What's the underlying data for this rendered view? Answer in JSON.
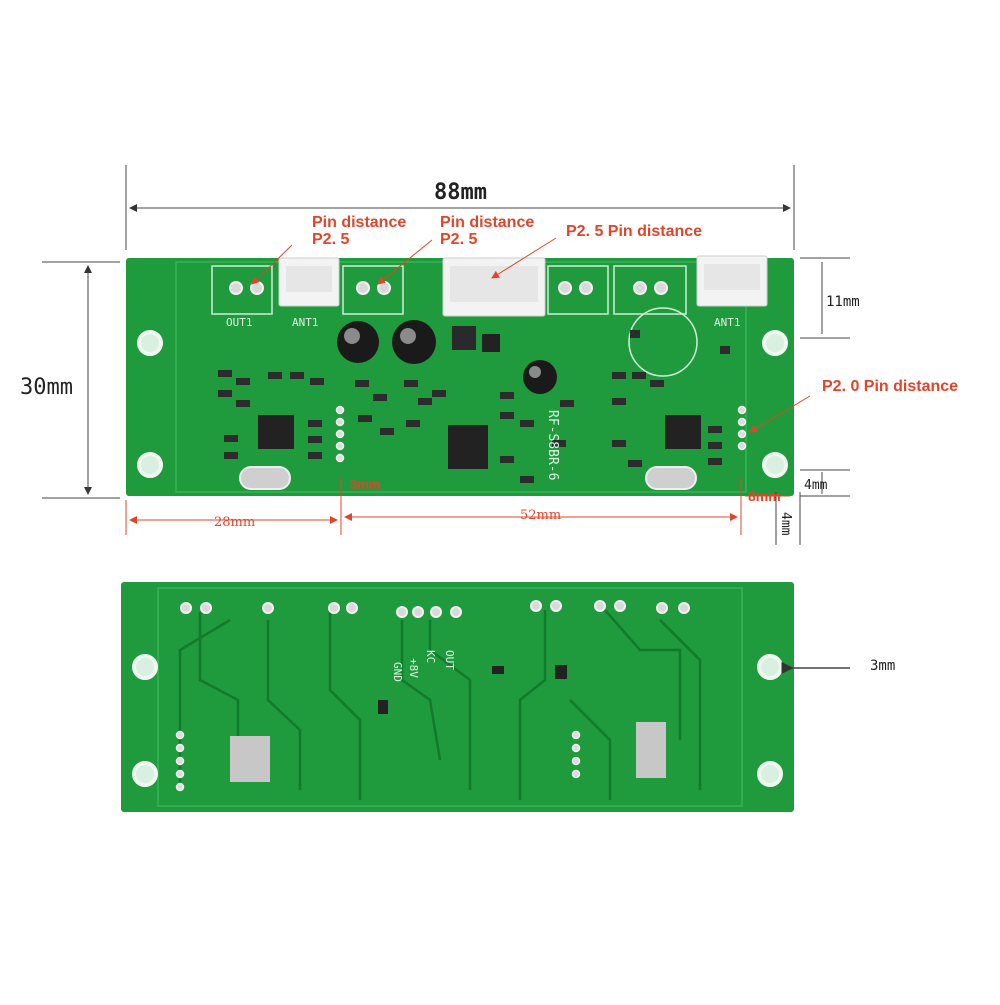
{
  "dimensions": {
    "total_width": "88mm",
    "total_height": "30mm",
    "right_height": "11mm",
    "left_span": "28mm",
    "mid_span": "52mm",
    "gap_3mm": "3mm",
    "gap_8mm": "8mm",
    "right_4mm_a": "4mm",
    "right_4mm_b": "4mm",
    "back_hole": "3mm"
  },
  "callouts": {
    "pin1_line1": "Pin distance",
    "pin1_line2": "P2. 5",
    "pin2_line1": "Pin distance",
    "pin2_line2": "P2. 5",
    "pin3": "P2. 5 Pin distance",
    "pin4": "P2. 0  Pin distance"
  },
  "silkscreen": {
    "front_out": "OUT1",
    "front_ant1": "ANT1",
    "front_ant2": "ANT1",
    "front_model": "RF-S8BR-6",
    "back_gnd": "GND",
    "back_8v": "+8V",
    "back_kc": "KC",
    "back_out": "OUT"
  },
  "colors": {
    "board": "#1f9a3c",
    "board_dark": "#15782c",
    "trace": "#0f6a24",
    "annotation": "#e0452a",
    "dimension_line": "#444444"
  }
}
